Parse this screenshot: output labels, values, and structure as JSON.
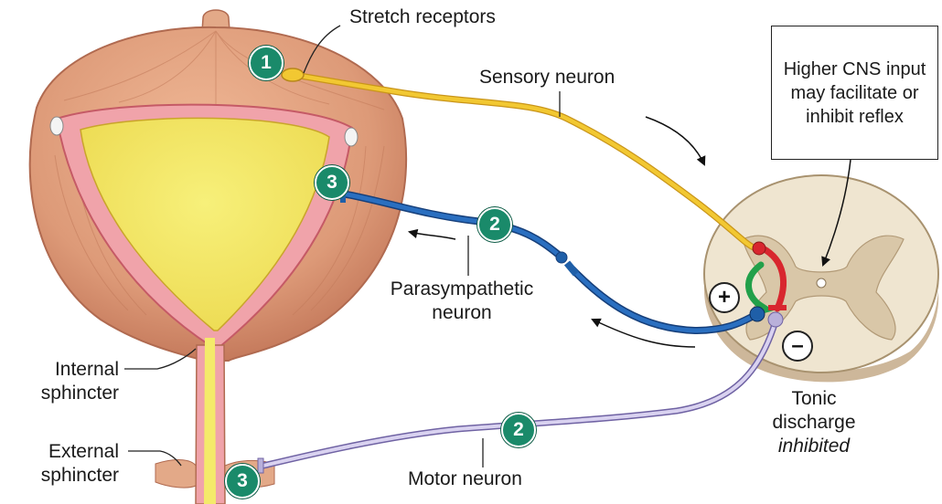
{
  "labels": {
    "stretch_receptors": "Stretch receptors",
    "sensory_neuron": "Sensory neuron",
    "higher_cns": "Higher CNS input may facilitate or inhibit reflex",
    "parasympathetic_line1": "Parasympathetic",
    "parasympathetic_line2": "neuron",
    "internal_line1": "Internal",
    "internal_line2": "sphincter",
    "external_line1": "External",
    "external_line2": "sphincter",
    "tonic_line1": "Tonic",
    "tonic_line2": "discharge",
    "tonic_line3": "inhibited",
    "motor_neuron": "Motor neuron"
  },
  "badges": {
    "step1": "1",
    "step2_para": "2",
    "step2_motor": "2",
    "step3_bladder": "3",
    "step3_sphincter": "3"
  },
  "signs": {
    "plus": "+",
    "minus": "–"
  },
  "colors": {
    "sensory": "#f2c832",
    "parasympathetic": "#1f5fa8",
    "motor": "#b9b0da",
    "excitatory_interneuron": "#22a04a",
    "inhibitory_interneuron": "#d8262e",
    "badge": "#1a8a6a",
    "bladder_muscle": "#dd9a78",
    "bladder_lumen": "#f4ea6a"
  }
}
